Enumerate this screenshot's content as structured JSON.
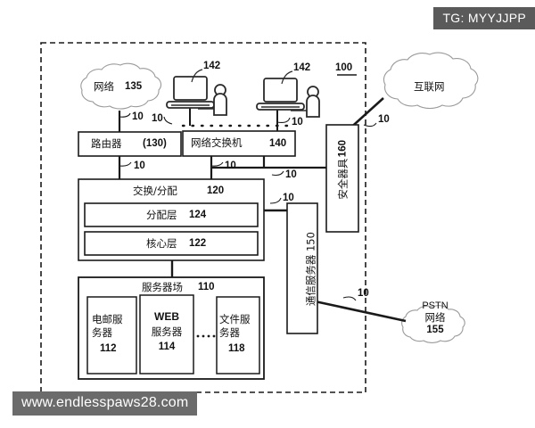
{
  "figure": {
    "reference_number": "100",
    "watermark_site": "www.endlesspaws28.com",
    "watermark_tg": "TG: MYYJJPP"
  },
  "clouds": [
    {
      "id": "network-cloud",
      "label": "网络",
      "ref": "135"
    },
    {
      "id": "internet-cloud",
      "label": "互联网",
      "ref": ""
    },
    {
      "id": "pstn-cloud",
      "line1": "PSTN",
      "line2": "网络",
      "line3": "155"
    }
  ],
  "endpoints": [
    {
      "id": "workstation-left",
      "ref": "142"
    },
    {
      "id": "workstation-right",
      "ref": "142"
    }
  ],
  "boxes": {
    "router": {
      "label": "路由器",
      "ref": "(130)"
    },
    "network_switch": {
      "label": "网络交换机",
      "ref": "140"
    },
    "security_appliance": {
      "label": "安全器具",
      "ref": "160"
    },
    "comm_server": {
      "label": "通信服务器 150",
      "ref": "150"
    },
    "switch_distribute": {
      "label": "交换/分配",
      "ref": "120"
    },
    "distribution_layer": {
      "label": "分配层",
      "ref": "124"
    },
    "core_layer": {
      "label": "核心层",
      "ref": "122"
    },
    "server_farm": {
      "label": "服务器场",
      "ref": "110"
    },
    "email_server": {
      "line1": "电邮服",
      "line2": "务器",
      "ref": "112"
    },
    "web_server": {
      "line1": "WEB",
      "line2": "服务器",
      "ref": "114"
    },
    "file_server": {
      "line1": "文件服",
      "line2": "务器",
      "ref": "118"
    }
  },
  "link_labels": [
    {
      "id": "link-cloud-router",
      "text": "10"
    },
    {
      "id": "link-router-switchdist",
      "text": "10"
    },
    {
      "id": "link-workstation-left",
      "text": "10"
    },
    {
      "id": "link-workstation-right",
      "text": "10"
    },
    {
      "id": "link-switch-switchdist",
      "text": "10"
    },
    {
      "id": "link-switch-security",
      "text": "10"
    },
    {
      "id": "link-security-internet",
      "text": "10"
    },
    {
      "id": "link-switchdist-comm",
      "text": "10"
    },
    {
      "id": "link-comm-pstn",
      "text": "10"
    }
  ],
  "colors": {
    "stroke": "#1a1a1a",
    "cloud_stroke": "#9a9a9a",
    "watermark_bg": "#6b6b6b",
    "badge_bg": "#5a5a5a"
  }
}
